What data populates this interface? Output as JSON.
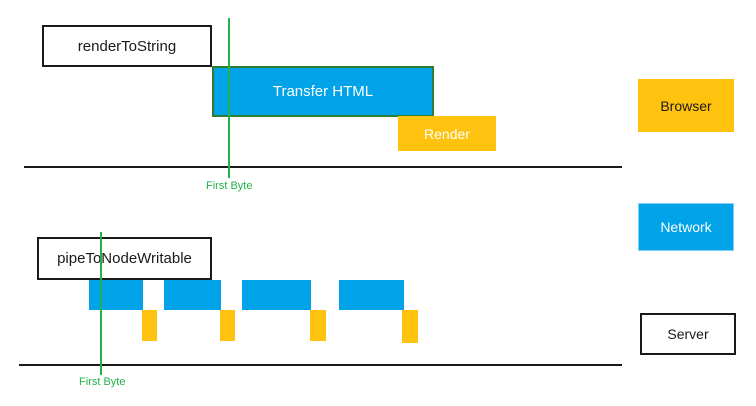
{
  "top_diagram": {
    "render_to_string_label": "renderToString",
    "transfer_html_label": "Transfer HTML",
    "render_label": "Render",
    "first_byte_label": "First Byte"
  },
  "bottom_diagram": {
    "pipe_label": "pipeToNodeWritable",
    "first_byte_label": "First Byte",
    "network_chunk_count": 4,
    "render_chunk_count": 4
  },
  "legend": {
    "browser": {
      "label": "Browser",
      "color": "#ffc20e"
    },
    "network": {
      "label": "Network",
      "color": "#00a2e8"
    },
    "server": {
      "label": "Server",
      "color": "#ffffff"
    }
  },
  "colors": {
    "network": "#00a2e8",
    "render": "#ffc20e",
    "first_byte": "#22b14c",
    "transfer_border": "#2e7d32"
  }
}
